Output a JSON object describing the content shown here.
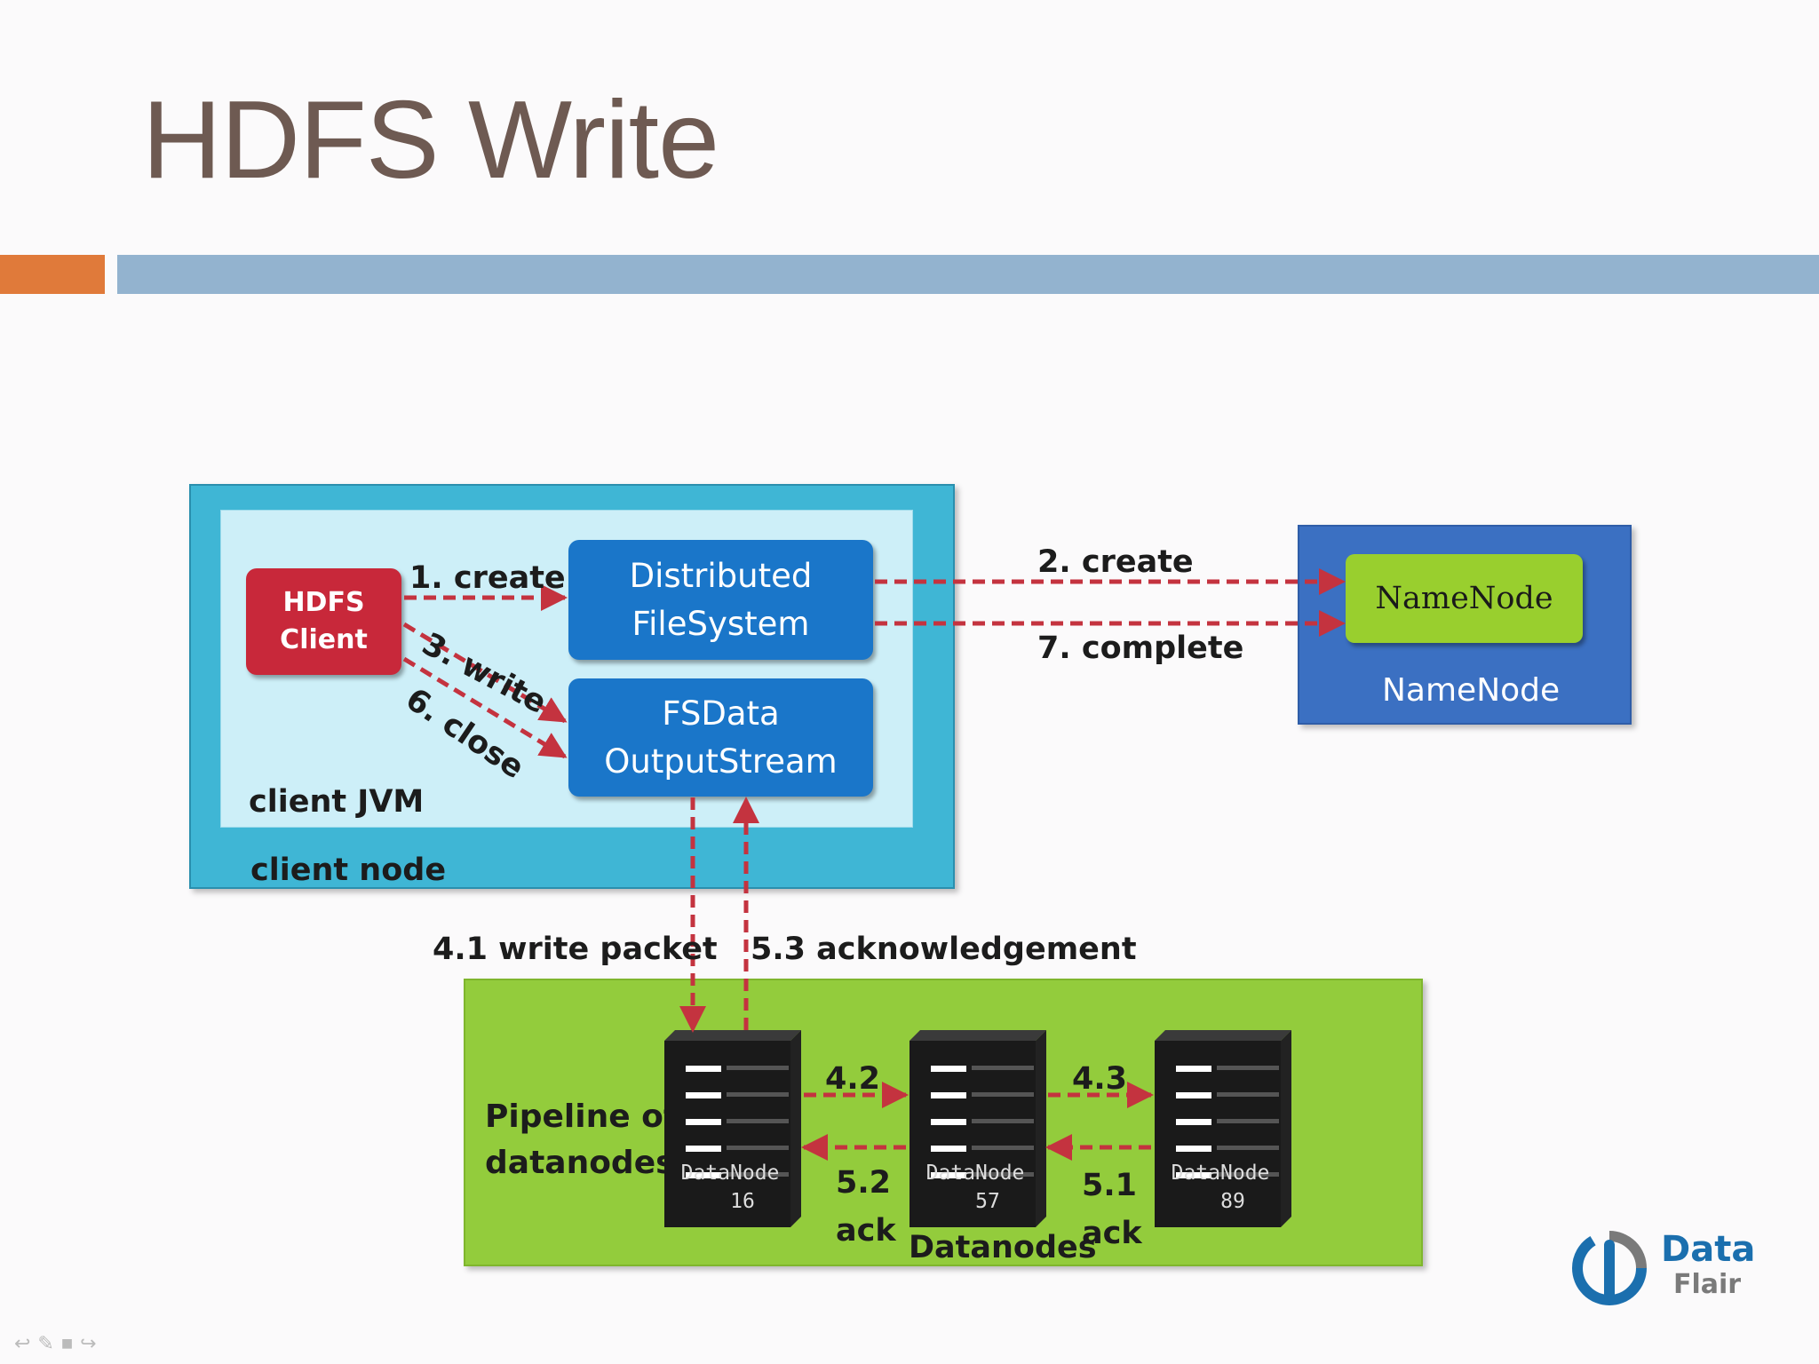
{
  "slide": {
    "title": "HDFS Write"
  },
  "colors": {
    "title": "#6e5a52",
    "accent_orange": "#e07a3a",
    "accent_blue": "#93b3cf",
    "client_node": "#3fb6d5",
    "client_jvm": "#cdeff8",
    "hdfs_client": "#c8283a",
    "blue_box": "#1a76c9",
    "namenode_panel": "#3b70c2",
    "namenode_box": "#99cf2e",
    "pipeline_panel": "#93cc3c",
    "arrow": "#c4333f"
  },
  "diagram": {
    "client_node_label": "client node",
    "client_jvm_label": "client JVM",
    "hdfs_client": "HDFS\nClient",
    "distributed_fs": "Distributed\nFileSystem",
    "fsdata_stream": "FSData\nOutputStream",
    "namenode_box": "NameNode",
    "namenode_panel_label": "NameNode",
    "pipeline_label": "Pipeline of\ndatanodes",
    "datanodes_label": "Datanodes",
    "edges": {
      "create_1": "1. create",
      "write_3": "3. write",
      "close_6": "6. close",
      "create_2": "2. create",
      "complete_7": "7. complete",
      "write_packet": "4.1 write packet",
      "acknowledgement": "5.3 acknowledgement",
      "step_42": "4.2",
      "step_43": "4.3",
      "ack_52": "5.2\nack",
      "ack_51": "5.1\nack"
    },
    "datanodes": [
      {
        "name": "DataNode",
        "id": "16"
      },
      {
        "name": "DataNode",
        "id": "57"
      },
      {
        "name": "DataNode",
        "id": "89"
      }
    ]
  },
  "logo": {
    "line1": "Data",
    "line2": "Flair"
  }
}
